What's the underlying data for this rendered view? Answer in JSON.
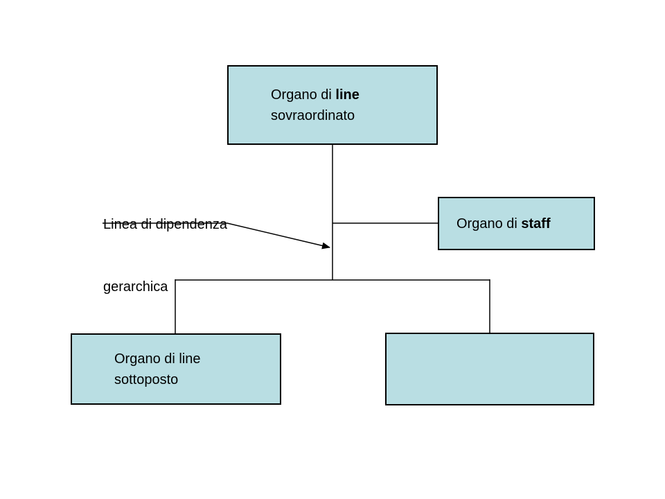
{
  "colors": {
    "background": "#ffffff",
    "box_fill": "#b9dee3",
    "box_border": "#000000",
    "line_color": "#000000",
    "text_color": "#000000"
  },
  "boxes": {
    "line_superior": {
      "line1_regular": "Organo di ",
      "line1_bold": "line",
      "line2": "sovraordinato"
    },
    "staff": {
      "line1_regular": "Organo di ",
      "line1_bold": "staff"
    },
    "line_subordinate": {
      "line1": "Organo di line",
      "line2": "sottoposto"
    },
    "empty": {
      "text": ""
    }
  },
  "annotation": {
    "line1": "Linea di dipendenza",
    "line2": "gerarchica"
  }
}
